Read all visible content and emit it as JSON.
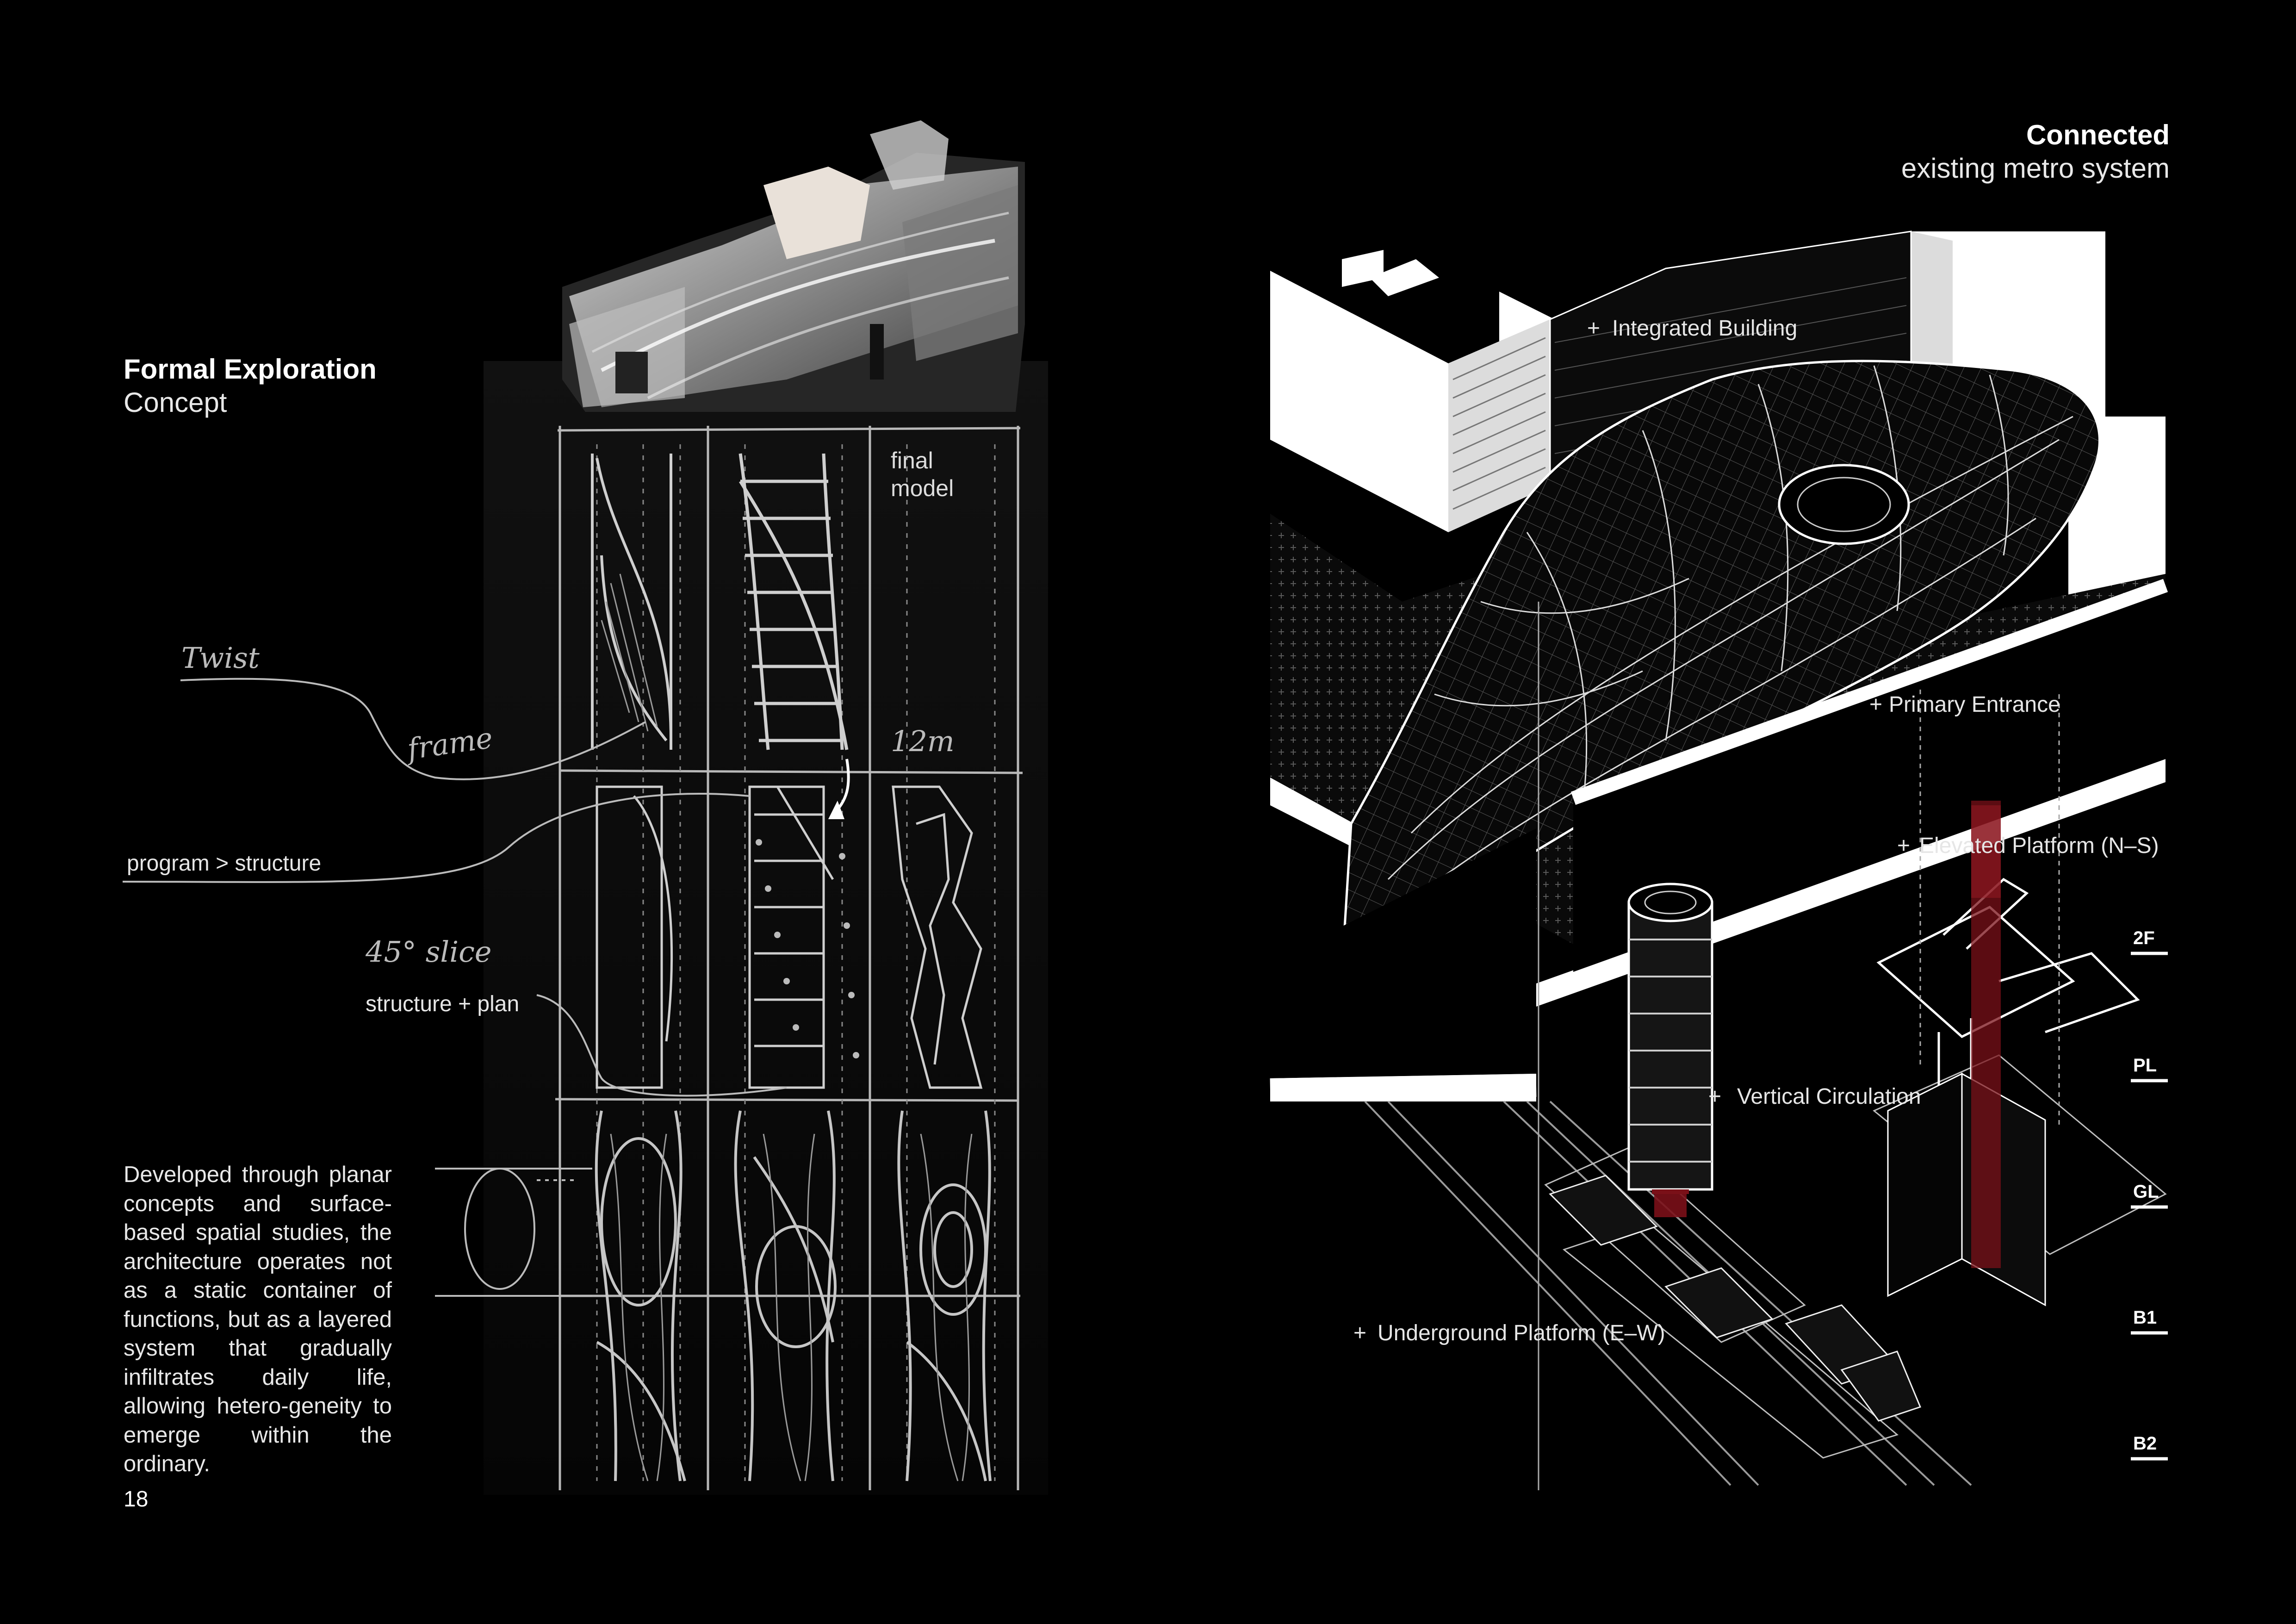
{
  "left": {
    "heading": {
      "title": "Formal Exploration",
      "subtitle": "Concept"
    },
    "sketch_labels": {
      "final_model": "final\nmodel",
      "height": "12m",
      "twist": "Twist",
      "frame": "frame",
      "slice": "45° slice"
    },
    "annotations": {
      "program_structure": "program > structure",
      "structure_plan": "structure + plan"
    },
    "body": "Developed through planar concepts and surface-based spatial studies, the architecture operates not as a static container of functions, but as a layered system that gradually infiltrates daily life, allowing hetero-geneity to emerge within the ordinary.",
    "page_number": "18"
  },
  "right": {
    "heading": {
      "title": "Connected",
      "subtitle": "existing metro system"
    },
    "callouts": {
      "integrated_building": "Integrated Building",
      "primary_entrance": "Primary Entrance",
      "elevated_platform": "Elevated Platform (N–S)",
      "vertical_circulation": "Vertical Circulation",
      "underground_platform": "Underground Platform (E–W)"
    },
    "levels": [
      "2F",
      "PL",
      "GL",
      "B1",
      "B2"
    ],
    "plus_icon": "+"
  },
  "colors": {
    "background": "#000000",
    "accent": "#7a1018",
    "ink": "#ffffff"
  }
}
